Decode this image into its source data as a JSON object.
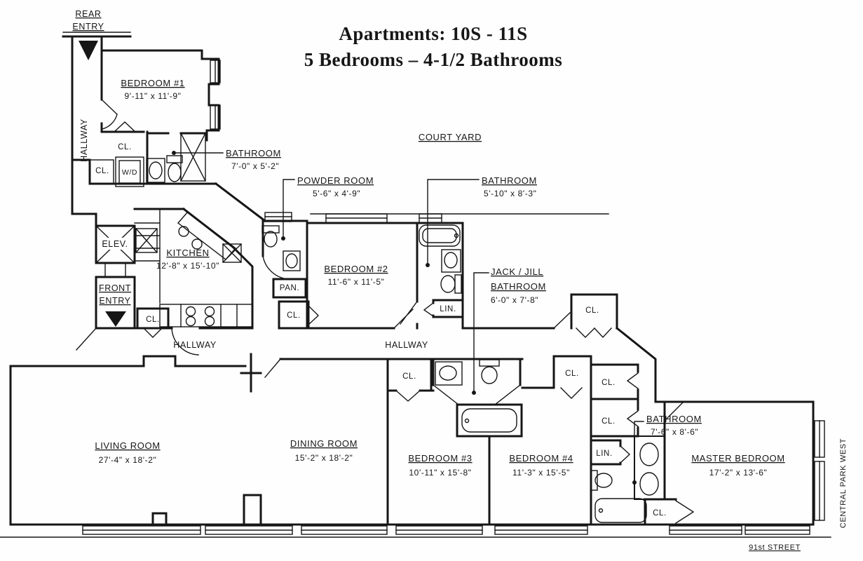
{
  "title": {
    "line1": "Apartments: 10S - 11S",
    "line2": "5 Bedrooms – 4-1/2 Bathrooms"
  },
  "streets": {
    "side": "CENTRAL PARK WEST",
    "bottom": "91st STREET"
  },
  "areas": {
    "court_yard": "COURT YARD",
    "hallway": "HALLWAY",
    "elevator": "ELEV.",
    "rear_entry": {
      "line1": "REAR",
      "line2": "ENTRY"
    },
    "front_entry": {
      "line1": "FRONT",
      "line2": "ENTRY"
    }
  },
  "rooms": {
    "bedroom1": {
      "name": "BEDROOM #1",
      "dims": "9'-11\" x 11'-9\""
    },
    "bathroom1": {
      "name": "BATHROOM",
      "dims": "7'-0\" x 5'-2\""
    },
    "powder_room": {
      "name": "POWDER ROOM",
      "dims": "5'-6\" x 4'-9\""
    },
    "kitchen": {
      "name": "KITCHEN",
      "dims": "12'-8\" x 15'-10\""
    },
    "bedroom2": {
      "name": "BEDROOM #2",
      "dims": "11'-6\" x 11'-5\""
    },
    "bathroom2": {
      "name": "BATHROOM",
      "dims": "5'-10\" x 8'-3\""
    },
    "jack_jill": {
      "name1": "JACK / JILL",
      "name2": "BATHROOM",
      "dims": "6'-0\" x 7'-8\""
    },
    "living_room": {
      "name": "LIVING ROOM",
      "dims": "27'-4\" x 18'-2\""
    },
    "dining_room": {
      "name": "DINING ROOM",
      "dims": "15'-2\" x 18'-2\""
    },
    "bedroom3": {
      "name": "BEDROOM #3",
      "dims": "10'-11\" x 15'-8\""
    },
    "bedroom4": {
      "name": "BEDROOM #4",
      "dims": "11'-3\" x 15'-5\""
    },
    "master_bathroom": {
      "name": "BATHROOM",
      "dims": "7'-6\" x 8'-6\""
    },
    "master_bedroom": {
      "name": "MASTER BEDROOM",
      "dims": "17'-2\" x 13'-6\""
    }
  },
  "small_labels": {
    "closet": "CL.",
    "washer_dryer": "W/D",
    "pantry": "PAN.",
    "linen": "LIN."
  }
}
